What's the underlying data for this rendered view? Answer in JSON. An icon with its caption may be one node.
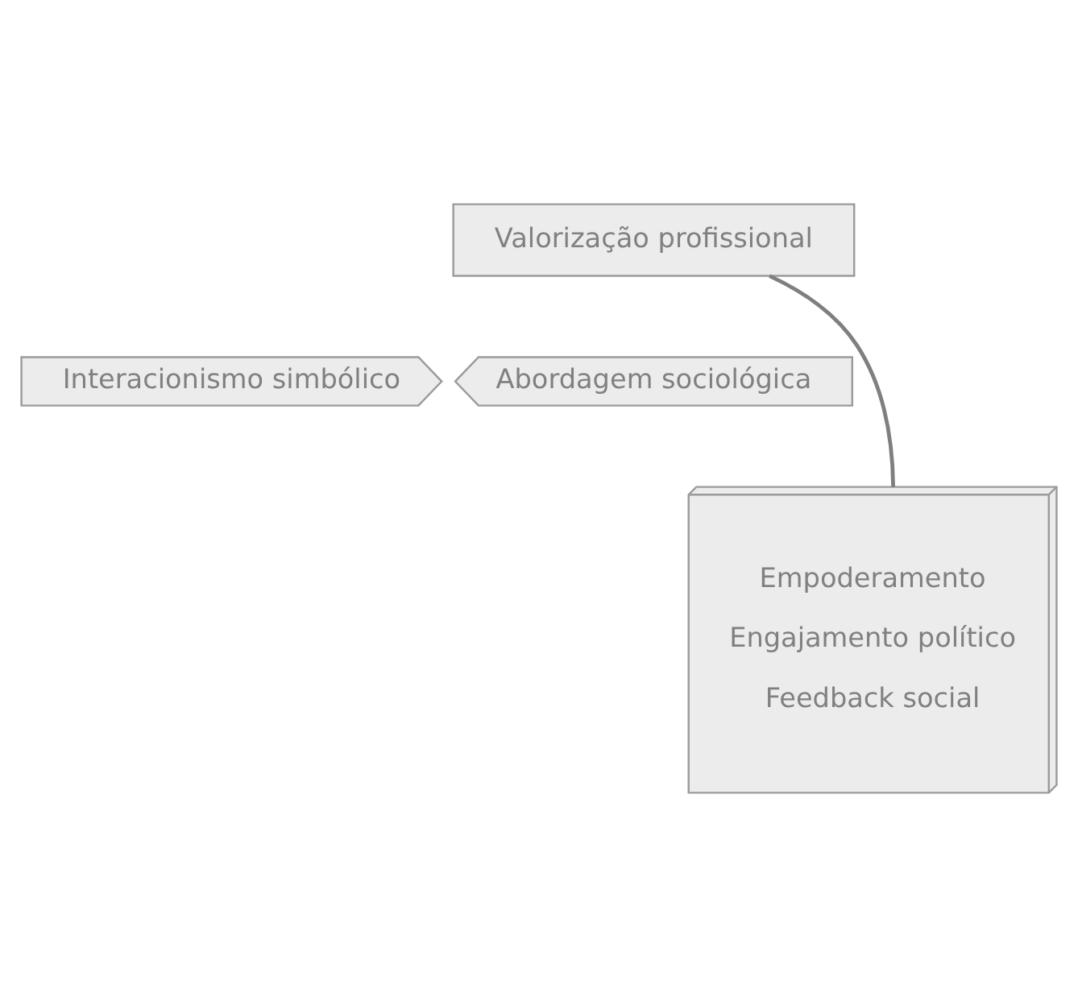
{
  "diagram": {
    "nodes": [
      {
        "text": [
          "Valorização profissional"
        ]
      },
      {
        "text": [
          "Interacionismo simbólico"
        ]
      },
      {
        "text": [
          "Abordagem sociológica"
        ]
      },
      {
        "text": [
          "Empoderamento",
          "Engajamento político",
          "Feedback social"
        ]
      }
    ],
    "edges": [
      {
        "from": 0,
        "to": 3,
        "arrow": "none"
      }
    ]
  }
}
